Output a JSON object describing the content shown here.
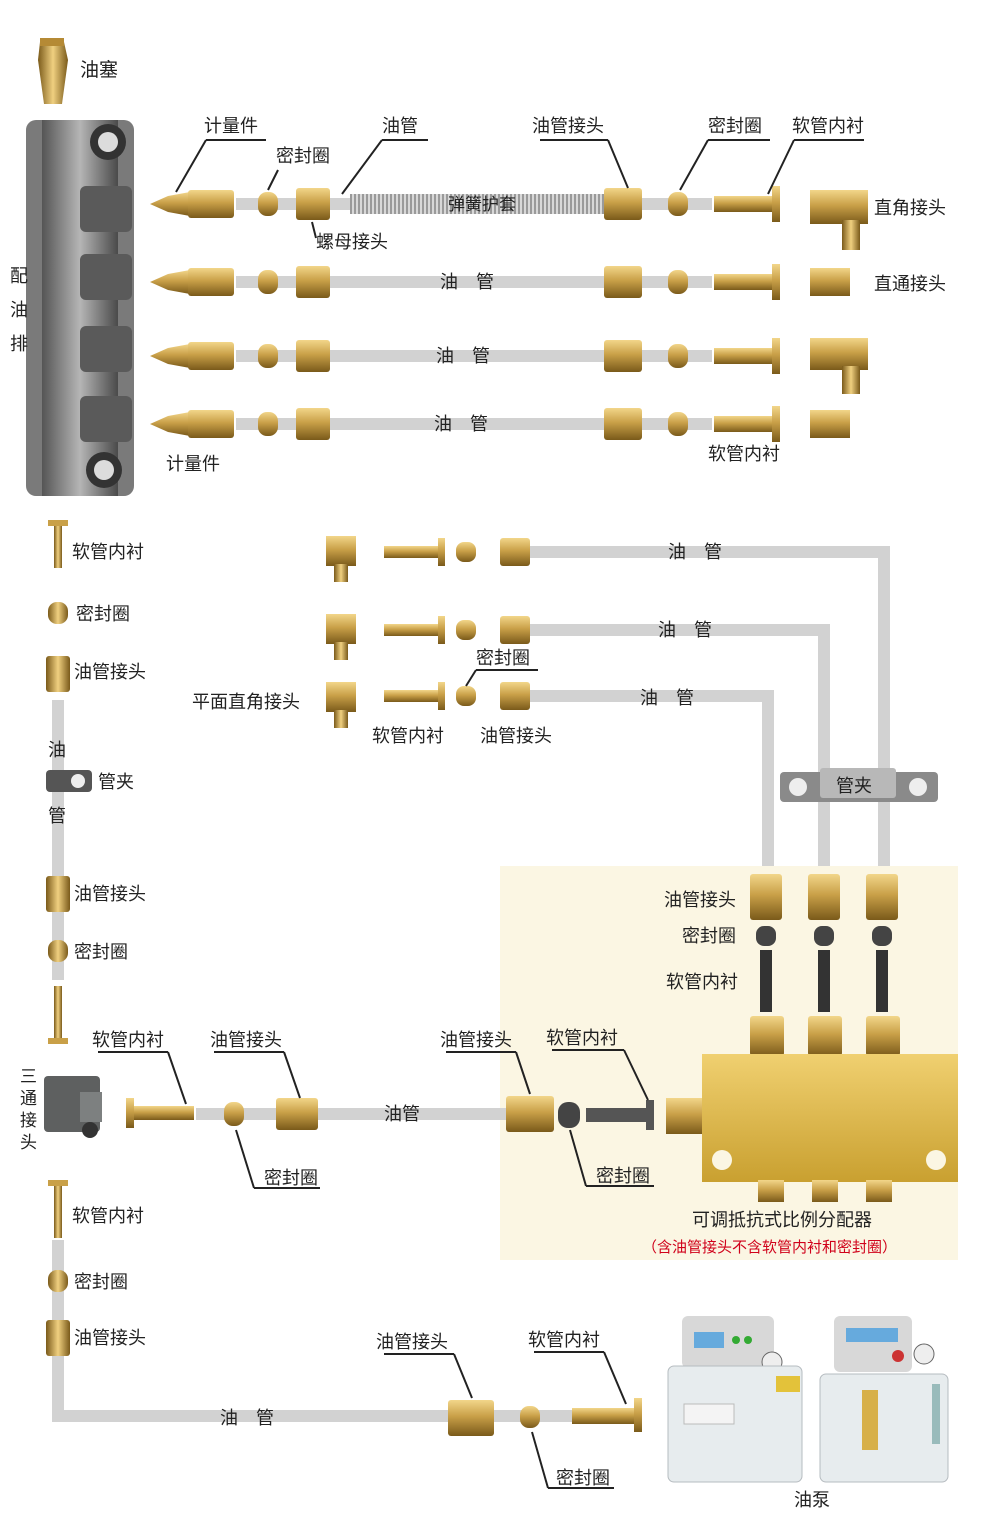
{
  "labels": {
    "plug": "油塞",
    "manifold": [
      "配",
      "油",
      "排"
    ],
    "meter1": "计量件",
    "seal1": "密封圈",
    "tube1": "油管",
    "tubejoint1": "油管接头",
    "seal2": "密封圈",
    "liner1": "软管内衬",
    "spring": "弹簧护套",
    "nut": "螺母接头",
    "elbow": "直角接头",
    "straight": "直通接头",
    "tube_r2": "油　管",
    "tube_r3": "油　管",
    "tube_r4": "油　管",
    "meter2": "计量件",
    "liner2": "软管内衬",
    "left_liner1": "软管内衬",
    "left_seal1": "密封圈",
    "left_joint1": "油管接头",
    "left_tube": [
      "油",
      "管"
    ],
    "left_clamp": "管夹",
    "left_joint2": "油管接头",
    "left_seal2": "密封圈",
    "mid_tube1": "油　管",
    "mid_tube2": "油　管",
    "mid_tube3": "油　管",
    "mid_seal": "密封圈",
    "plane_elbow": "平面直角接头",
    "mid_liner": "软管内衬",
    "mid_joint": "油管接头",
    "clamp2": "管夹",
    "dist_joint": "油管接头",
    "dist_seal": "密封圈",
    "dist_liner": "软管内衬",
    "tee": [
      "三",
      "通",
      "接",
      "头"
    ],
    "h_liner": "软管内衬",
    "h_joint": "油管接头",
    "h_seal": "密封圈",
    "h_tube": "油管",
    "h_joint2": "油管接头",
    "h_liner2": "软管内衬",
    "h_seal2": "密封圈",
    "distributor": "可调抵抗式比例分配器",
    "distributor_note": "（含油管接头不含软管内衬和密封圈）",
    "b_liner": "软管内衬",
    "b_seal": "密封圈",
    "b_joint": "油管接头",
    "b_tube": "油　管",
    "b_joint2": "油管接头",
    "b_liner2": "软管内衬",
    "b_seal2": "密封圈",
    "pump": "油泵"
  },
  "colors": {
    "brass": "#c9a048",
    "brass_dark": "#8a6a22",
    "tube": "#cfcfcf",
    "highlight_bg": "#fbf6e3",
    "note_red": "#d0021b"
  }
}
